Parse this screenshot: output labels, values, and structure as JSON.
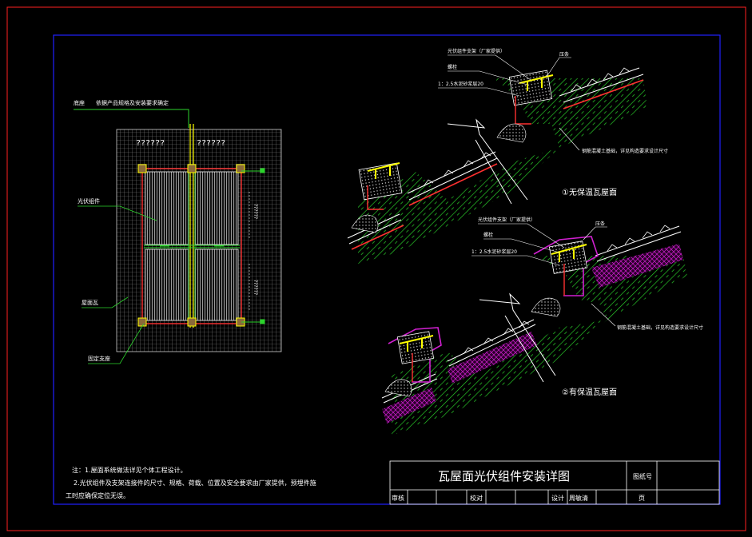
{
  "drawing": {
    "title": "瓦屋面光伏组件安装详图",
    "notes": {
      "line1": "注：1.屋面系统做法详见个体工程设计。",
      "line2": "2.光伏组件及支架连接件的尺寸、规格、荷载、位置及安全要求由厂家提供，预埋件施",
      "line3": "工时应确保定位无误。"
    },
    "plan": {
      "top_note": "底座　　依据产品规格及安装要求确定",
      "qmarks_left": "??????",
      "qmarks_right": "??????",
      "label_module": "光伏组件",
      "label_tile": "屋面瓦",
      "label_support": "固定支座",
      "side_labels": [
        "??????",
        "??????"
      ]
    },
    "section1": {
      "label_top": "光伏组件支架（厂家提供）",
      "label_mid": "螺栓",
      "label_mortar": "1：2.5水泥砂浆层20",
      "label_right": "压条",
      "label_concrete": "钢筋混凝土基础，详见构造要求设计尺寸",
      "caption": "①无保温瓦屋面"
    },
    "section2": {
      "label_top": "光伏组件支架（厂家提供）",
      "label_mid": "螺栓",
      "label_mortar": "1：2.5水泥砂浆层20",
      "label_right": "压条",
      "label_concrete": "钢筋混凝土基础，详见构造要求设计尺寸",
      "caption": "②有保温瓦屋面"
    },
    "titleblock": {
      "tuhao": "图纸号",
      "shenhe": "审核",
      "jiaodui": "校对",
      "sheji": "设计",
      "designer": "周敏清",
      "ye": "页"
    },
    "colors": {
      "frame_red": "#ff2020",
      "frame_blue": "#2020ff",
      "hatch_green": "#2bd42b",
      "insulation_magenta": "#d020d0",
      "bracket_yellow": "#ffff00",
      "membrane_red": "#ff3030"
    }
  }
}
